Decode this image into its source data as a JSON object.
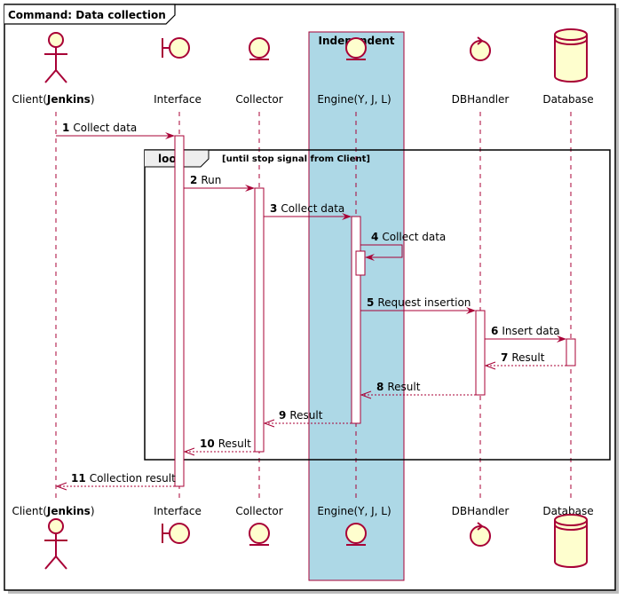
{
  "diagram": {
    "title": "Command: Data collection",
    "box_title": "Independent",
    "colors": {
      "box_fill": "#ADD8E6",
      "line": "#A80036",
      "participant_fill": "#FEFECE"
    },
    "participants": [
      {
        "id": "client",
        "label_prefix": "Client(",
        "label_bold": "Jenkins",
        "label_suffix": ")",
        "symbol": "actor-icon"
      },
      {
        "id": "interface",
        "label": "Interface",
        "symbol": "boundary-icon"
      },
      {
        "id": "collector",
        "label": "Collector",
        "symbol": "entity-icon"
      },
      {
        "id": "engine",
        "label": "Engine(Y, J, L)",
        "symbol": "entity-icon"
      },
      {
        "id": "dbhandler",
        "label": "DBHandler",
        "symbol": "control-icon"
      },
      {
        "id": "database",
        "label": "Database",
        "symbol": "database-icon"
      }
    ],
    "loop": {
      "keyword": "loop",
      "condition": "[until stop signal from Client]"
    },
    "messages": [
      {
        "num": "1",
        "text": "Collect data"
      },
      {
        "num": "2",
        "text": "Run"
      },
      {
        "num": "3",
        "text": "Collect data"
      },
      {
        "num": "4",
        "text": "Collect data"
      },
      {
        "num": "5",
        "text": "Request insertion"
      },
      {
        "num": "6",
        "text": "Insert data"
      },
      {
        "num": "7",
        "text": "Result"
      },
      {
        "num": "8",
        "text": "Result"
      },
      {
        "num": "9",
        "text": "Result"
      },
      {
        "num": "10",
        "text": "Result"
      },
      {
        "num": "11",
        "text": "Collection result"
      }
    ]
  }
}
